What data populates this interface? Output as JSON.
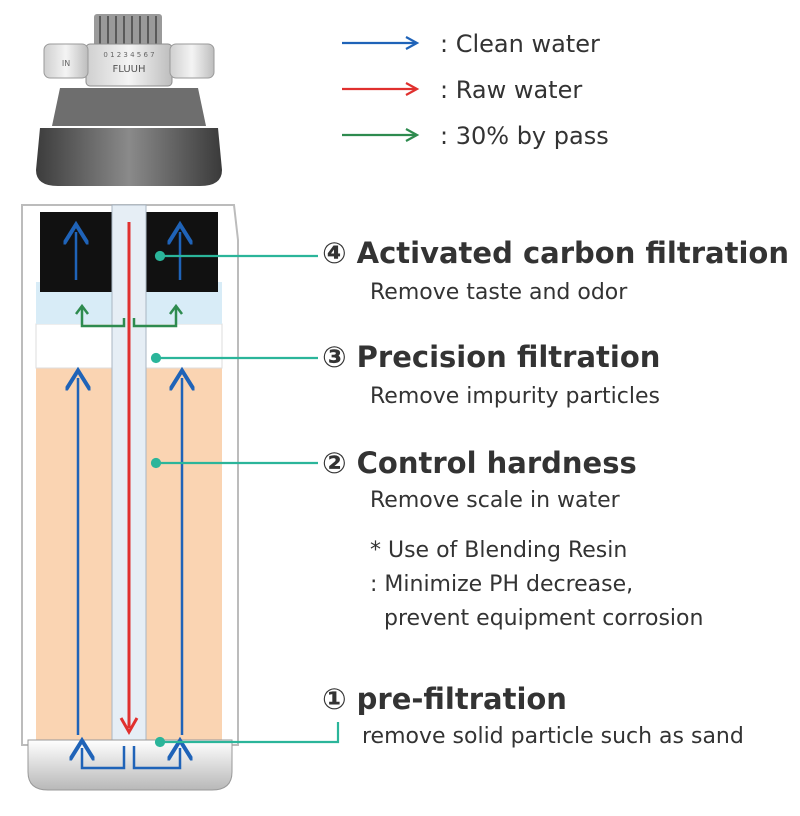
{
  "colors": {
    "clean_water": "#1f63b8",
    "raw_water": "#e0302e",
    "bypass": "#2e8b4f",
    "leader": "#2bb59a",
    "resin": "#fad4b2",
    "carbon": "#111111",
    "housing": "#5d5d5d"
  },
  "legend": [
    {
      "label": ": Clean water",
      "color_key": "clean_water"
    },
    {
      "label": ": Raw water",
      "color_key": "raw_water"
    },
    {
      "label": ": 30% by pass",
      "color_key": "bypass"
    }
  ],
  "head": {
    "brand_text": "FLUUH",
    "scale_text": "0 1 2 3 4 5 6 7",
    "port_mark": "IN"
  },
  "stages": {
    "carbon": {
      "title": "④ Activated carbon filtration",
      "desc": "Remove taste and odor"
    },
    "precision": {
      "title": "③ Precision filtration",
      "desc": "Remove impurity particles"
    },
    "hardness": {
      "title": "② Control hardness",
      "desc": "Remove scale in water",
      "note_lines": [
        "* Use of Blending Resin",
        ": Minimize PH decrease,",
        "prevent equipment corrosion"
      ]
    },
    "pre": {
      "title": "① pre-filtration",
      "desc": "remove solid particle such as sand"
    }
  }
}
